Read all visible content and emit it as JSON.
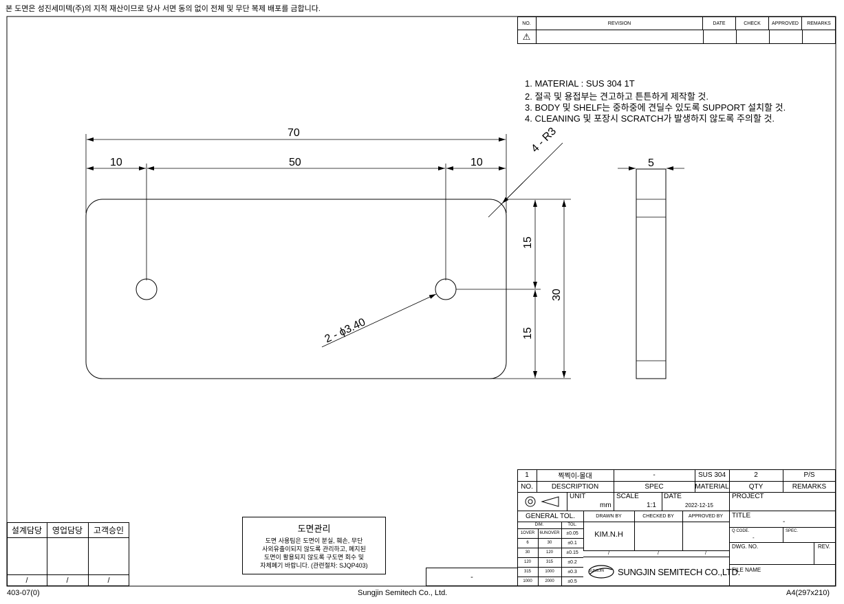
{
  "header_notice": "본 도면은 성진세미텍(주)의 지적 재산이므로 당사 서면 동의 없이 전체 및 무단 복제 배포를 금합니다.",
  "revision_table": {
    "headers": [
      "NO.",
      "REVISION",
      "DATE",
      "CHECK",
      "APPROVED",
      "REMARKS"
    ],
    "row1_symbol": "⚠"
  },
  "notes": [
    "1. MATERIAL : SUS 304  1T",
    "2. 절곡 및 용접부는 견고하고 튼튼하게 제작할 것.",
    "3. BODY 및 SHELF는 중하중에 견딜수 있도록 SUPPORT 설치할 것.",
    "4. CLEANING 및 포장시 SCRATCH가 발생하지 않도록 주의할 것."
  ],
  "dimensions": {
    "overall_width": "70",
    "left_offset": "10",
    "hole_spacing": "50",
    "right_offset": "10",
    "corner_radius": "4 - R3",
    "upper_height": "15",
    "lower_height": "15",
    "total_height": "30",
    "hole_callout": "2 - ϕ3.40",
    "side_thickness": "5"
  },
  "title_block": {
    "part_row": {
      "no": "1",
      "description": "찍찍이-몰대",
      "spec": "-",
      "material": "SUS 304",
      "qty": "2",
      "remarks": "P/S"
    },
    "headers": {
      "no": "NO.",
      "description": "DESCRIPTION",
      "spec": "SPEC",
      "material": "MATERIAL",
      "qty": "QTY",
      "remarks": "REMARKS"
    },
    "unit_label": "UNIT",
    "unit_value": "mm",
    "scale_label": "SCALE",
    "scale_value": "1:1",
    "date_label": "DATE",
    "date_value": "2022-12-15",
    "project_label": "PROJECT",
    "general_tol": "GENERAL TOL.",
    "drawn_by_label": "DRAWN BY",
    "checked_by_label": "CHECKED BY",
    "approved_by_label": "APPROVED BY",
    "drawn_by": "KIM.N.H",
    "checked_slash": "/",
    "approved_slash": "/",
    "drawn_slash": "/",
    "title_label": "TITLE",
    "title_value": "-",
    "qcode_label": "Q CODE.",
    "qcode_value": "-",
    "spec_label": "SPEC.",
    "dwg_label": "DWG. NO.",
    "rev_label": "REV.",
    "file_label": "FILE NAME",
    "company": "SUNGJIN SEMITECH CO.,LTD.",
    "logo_text": "SUNGJIN",
    "tol_headers": [
      "DIM.",
      "TOL."
    ],
    "tol_rows": [
      [
        "1OVER",
        "6UNOVER",
        "±0.05"
      ],
      [
        "6",
        "30",
        "±0.1"
      ],
      [
        "30",
        "120",
        "±0.15"
      ],
      [
        "120",
        "315",
        "±0.2"
      ],
      [
        "315",
        "1000",
        "±0.3"
      ],
      [
        "1000",
        "2000",
        "±0.5"
      ]
    ]
  },
  "approval_box": {
    "headers": [
      "설계담당",
      "영업담당",
      "고객승인"
    ],
    "slashes": [
      "/",
      "/",
      "/"
    ]
  },
  "drawing_control": {
    "title": "도면관리",
    "lines": [
      "도면 사용팀은 도면이 분실, 훼손, 무단",
      "사외유출이되지 않도록 관리하고, 폐지된",
      "도면이 활용되지 않도록 구도면 회수 및",
      "자체폐기 바랍니다. (관련절차: SJQP403)"
    ]
  },
  "misc_box_value": "-",
  "footer": {
    "left": "403-07(0)",
    "center": "Sungjin Semitech Co., Ltd.",
    "right": "A4(297x210)"
  }
}
